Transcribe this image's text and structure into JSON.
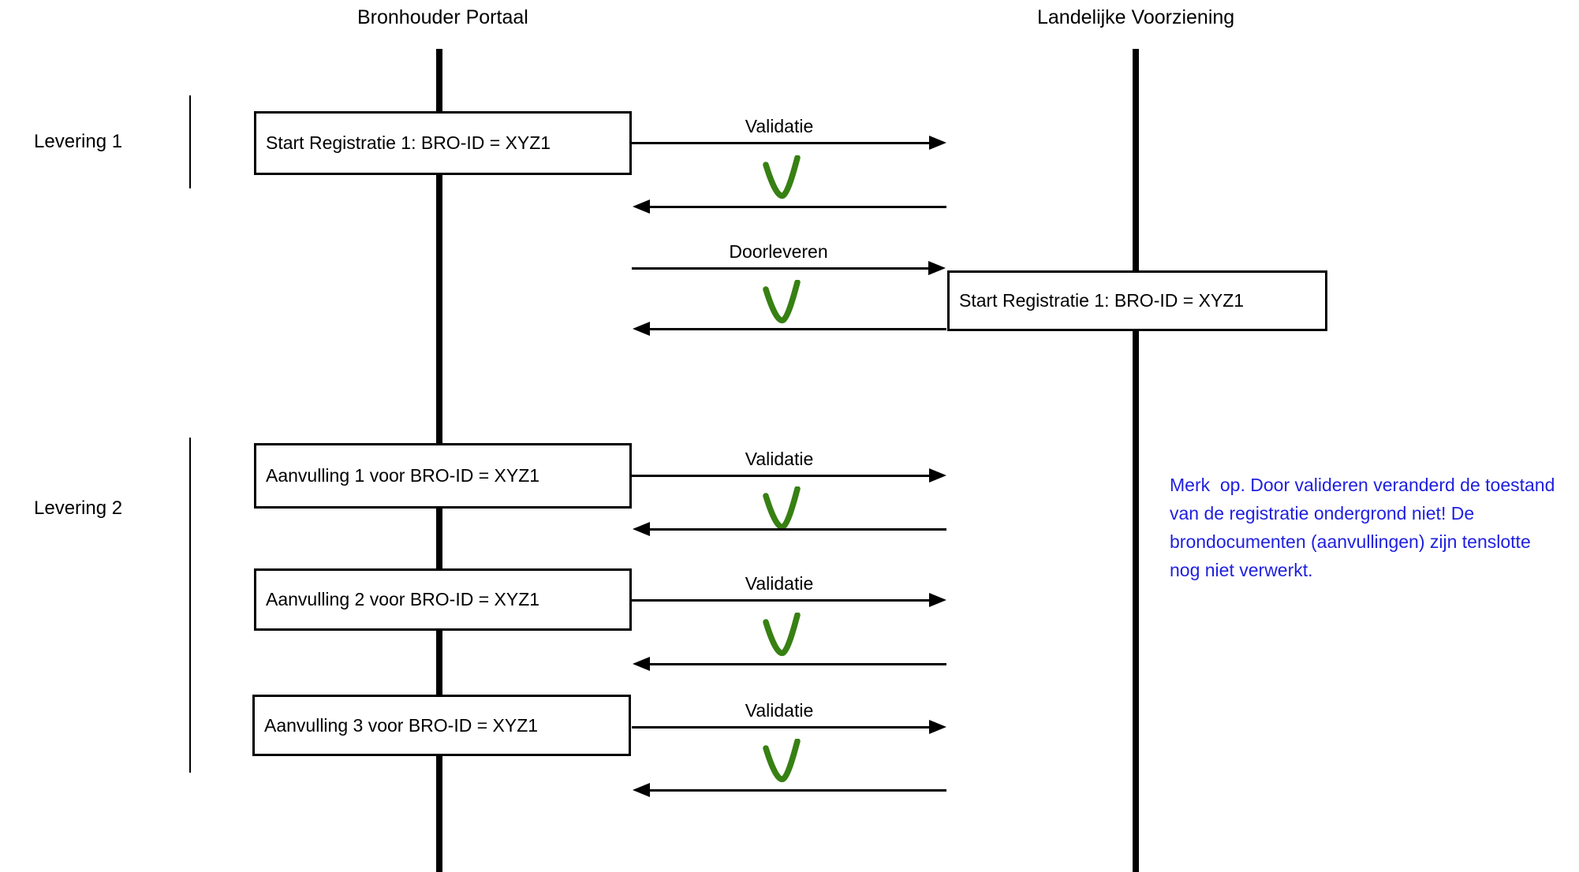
{
  "diagram": {
    "actors": [
      {
        "id": "bronhouder-portaal",
        "label": "Bronhouder Portaal"
      },
      {
        "id": "landelijke-voorziening",
        "label": "Landelijke Voorziening"
      }
    ],
    "groups": [
      {
        "label": "Levering 1"
      },
      {
        "label": "Levering 2"
      }
    ],
    "boxes": [
      {
        "label": "Start Registratie 1: BRO-ID = XYZ1"
      },
      {
        "label": "Start Registratie 1: BRO-ID = XYZ1"
      },
      {
        "label": "Aanvulling 1 voor BRO-ID = XYZ1"
      },
      {
        "label": "Aanvulling 2 voor BRO-ID = XYZ1"
      },
      {
        "label": "Aanvulling 3 voor BRO-ID = XYZ1"
      }
    ],
    "messages": [
      {
        "label": "Validatie"
      },
      {
        "label": "Doorleveren"
      },
      {
        "label": "Validatie"
      },
      {
        "label": "Validatie"
      },
      {
        "label": "Validatie"
      }
    ],
    "icons": {
      "validation_result": "green-check"
    },
    "note": "Merk  op. Door valideren veranderd de toestand\nvan de registratie ondergrond niet! De\nbrondocumenten (aanvullingen) zijn tenslotte\nnog niet verwerkt.",
    "colors": {
      "line": "#000000",
      "check_green": "#378013",
      "note_blue": "#1F1FE0"
    }
  }
}
